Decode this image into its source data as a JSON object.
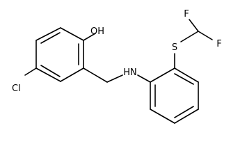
{
  "molecule": {
    "atoms": {
      "oh": "OH",
      "cl": "Cl",
      "nh": "HN",
      "s": "S",
      "f1": "F",
      "f2": "F"
    }
  }
}
